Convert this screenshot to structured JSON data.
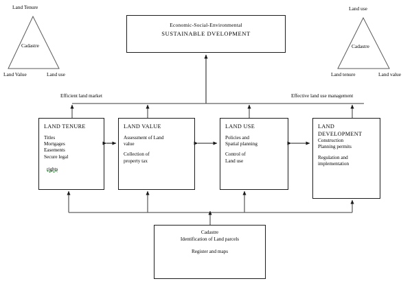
{
  "diagram": {
    "title_box": {
      "line1": "Economic-Social-Environmental",
      "line2": "SUSTAINABLE DVELOPMENT"
    },
    "triangles": [
      {
        "name": "left-cadastre-triangle",
        "apex": "Land Tenure",
        "center": "Cadastre",
        "bottom_left": "Land Value",
        "bottom_right": "Land use"
      },
      {
        "name": "right-cadastre-triangle",
        "apex": "Land use",
        "center": "Cadastre",
        "bottom_left": "Land tenure",
        "bottom_right": "Land value"
      }
    ],
    "bus_labels": {
      "left": "Efficient land market",
      "right": "Effective land use management"
    },
    "pillars": [
      {
        "id": "land-tenure",
        "title": "LAND TENURE",
        "body1": "Titles\nMortgages\nEasements\nSecure legal",
        "body1_flagged": "rights",
        "body2": ""
      },
      {
        "id": "land-value",
        "title": "LAND VALUE",
        "body1": "Assessment of Land\nvalue",
        "body1_flagged": "",
        "body2": "Collection of\nproperty tax"
      },
      {
        "id": "land-use",
        "title": "LAND USE",
        "body1": " Policies and\nSpatial planning",
        "body1_flagged": "",
        "body2": "Control of\nLand use"
      },
      {
        "id": "land-development",
        "title": "LAND\n DEVELOPMENT",
        "body1": " Construction\nPlanning permits",
        "body1_flagged": "",
        "body2": "Regulation and\nimplementation"
      }
    ],
    "base_box": {
      "line1": "Cadastre",
      "line2": "Identification of Land parcels",
      "line3": "Register and maps"
    },
    "colors": {
      "line": "#1a1a1a",
      "background": "#ffffff",
      "spellcheck": "#1f9d2b"
    }
  }
}
